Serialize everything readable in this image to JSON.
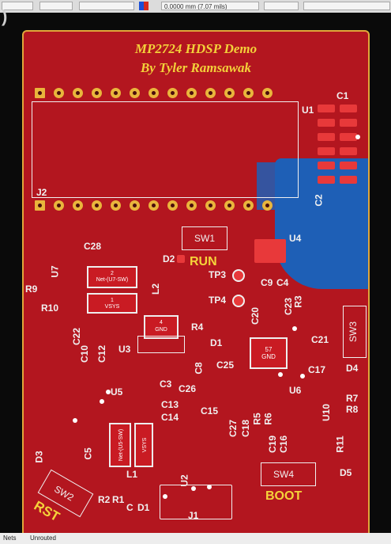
{
  "toolbar": {
    "field_value": "0.0000 mm (7.07 mils)",
    "left_bracket": ")"
  },
  "status": {
    "nets_label": "Nets",
    "unrouted_label": "Unrouted"
  },
  "colors": {
    "board_fill": "#b3161f",
    "edge": "#e0a73a",
    "title_silk": "#f3d13a",
    "copper_pour": "#1e5fb6",
    "pad": "#e8393a"
  },
  "board": {
    "title": "MP2724 HDSP Demo",
    "author": "By Tyler Ramsawak",
    "labels": {
      "u1": "U1",
      "c1": "C1",
      "j2": "J2",
      "c2": "C2",
      "sw1": "SW1",
      "run": "RUN",
      "d2": "D2",
      "u4": "U4",
      "tp3": "TP3",
      "tp4": "TP4",
      "c9": "C9",
      "c4": "C4",
      "c23": "C23",
      "r3": "R3",
      "c20": "C20",
      "u7": "U7",
      "c28": "C28",
      "r9": "R9",
      "r10": "R10",
      "l2": "L2",
      "c22": "C22",
      "c10": "C10",
      "c12": "C12",
      "u3": "U3",
      "r4": "R4",
      "d1": "D1",
      "c8": "C8",
      "c25": "C25",
      "c21": "C21",
      "sw3": "SW3",
      "d4": "D4",
      "c17": "C17",
      "u6": "U6",
      "r7": "R7",
      "r8": "R8",
      "u10": "U10",
      "c3": "C3",
      "c26": "C26",
      "c15": "C15",
      "c13": "C13",
      "c14": "C14",
      "u5": "U5",
      "c27": "C27",
      "c18": "C18",
      "r5": "R5",
      "r6": "R6",
      "c19": "C19",
      "c16": "C16",
      "r11": "R11",
      "d3": "D3",
      "c5": "C5",
      "l1": "L1",
      "j1": "J1",
      "u2": "U2",
      "sw4": "SW4",
      "boot": "BOOT",
      "d5": "D5",
      "sw2": "SW2",
      "rst": "RST",
      "r2": "R2",
      "r1": "R1",
      "c": "C",
      "d1b": "D1"
    },
    "pads": {
      "net_u7_sw_num": "2",
      "net_u7_sw": "Net-(U7-SW)",
      "vsys_num": "1",
      "vsys": "VSYS",
      "gnd4_num": "4",
      "gnd4": "GND",
      "gnd57_num": "57",
      "gnd57": "GND",
      "net_u5_sw_num": "1",
      "net_u5_sw": "Net-(U5-SW)",
      "vsys2_num": "2",
      "vsys2": "VSYS"
    }
  }
}
